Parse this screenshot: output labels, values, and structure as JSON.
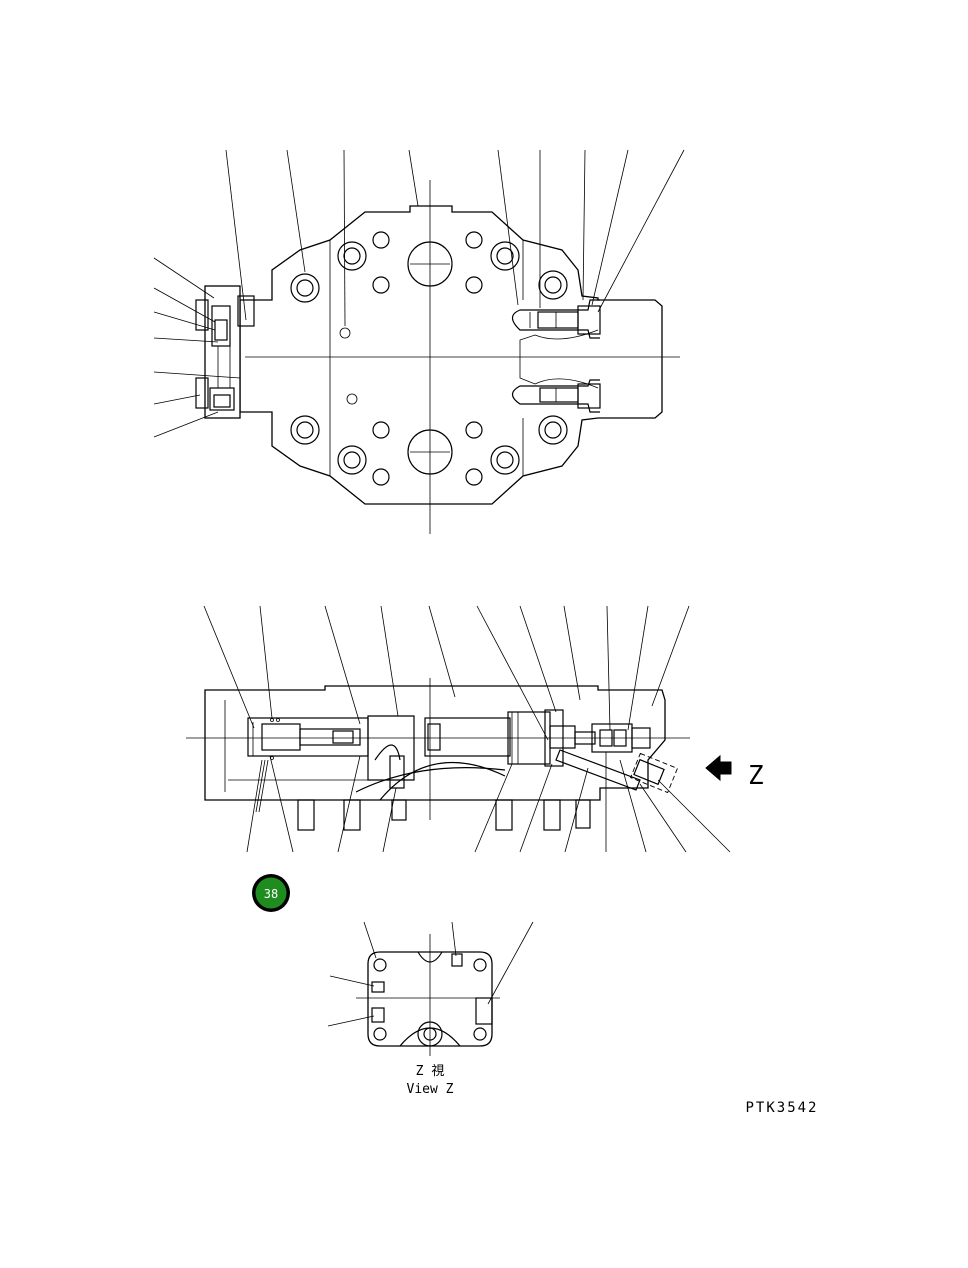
{
  "badge": {
    "number": "38",
    "color": "#1e8c1e"
  },
  "view": {
    "letter": "Z",
    "label_jp": "Z 視",
    "label_en": "View Z"
  },
  "drawing_code": "PTK3542",
  "icons": {
    "view_arrow": "arrow-left-icon",
    "badge": "circle-badge-icon"
  }
}
